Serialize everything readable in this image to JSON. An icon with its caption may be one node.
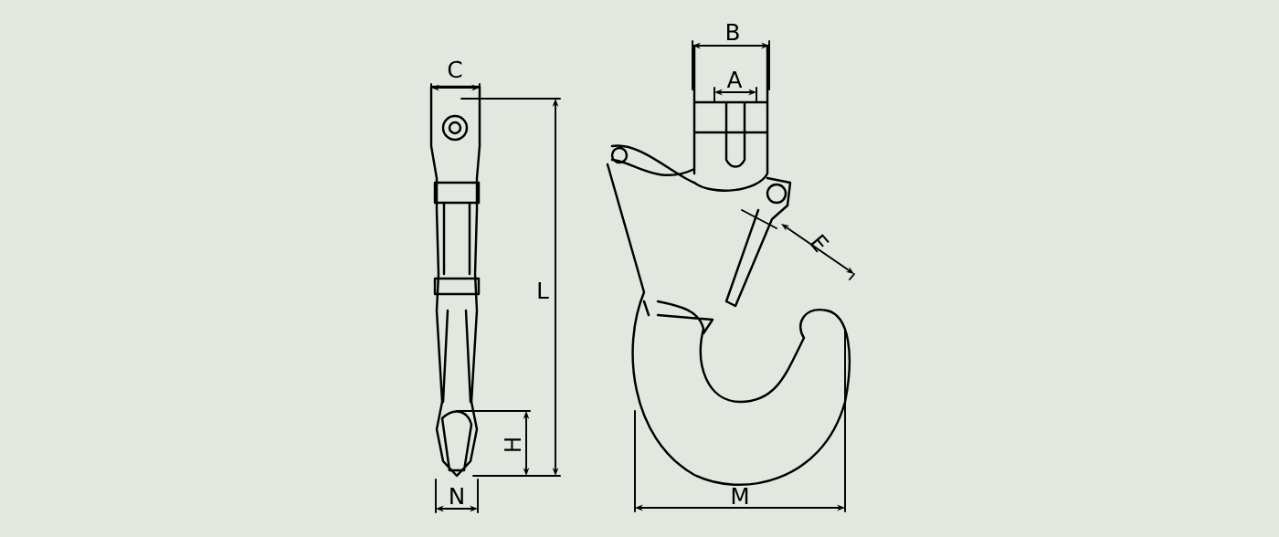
{
  "diagram": {
    "labels": [
      "B",
      "C",
      "A",
      "E",
      "L",
      "H",
      "N",
      "M"
    ]
  }
}
